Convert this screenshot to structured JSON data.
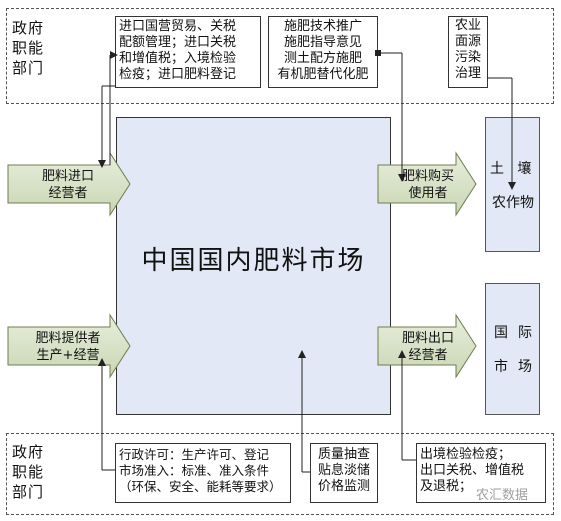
{
  "gov_top": {
    "label": "政府\n职能\n部门",
    "boxes": [
      {
        "id": "import",
        "text": "进口国营贸易、关税\n配额管理；进口关税\n和增值税；入境检验\n检疫；进口肥料登记"
      },
      {
        "id": "tech",
        "text": "施肥技术推广\n施肥指导意见\n测土配方施肥\n有机肥替代化肥"
      },
      {
        "id": "pollution",
        "text": "农业\n面源\n污染\n治理"
      }
    ]
  },
  "gov_bottom": {
    "label": "政府\n职能\n部门",
    "boxes": [
      {
        "id": "admin",
        "text": "行政许可：生产许可、登记\n市场准入：标准、准入条件\n（环保、安全、能耗等要求）"
      },
      {
        "id": "quality",
        "text": "质量抽查\n贴息淡储\n价格监测"
      },
      {
        "id": "export",
        "text": "出境检验检疫；\n出口关税、增值税\n及退税；"
      }
    ]
  },
  "market": {
    "title": "中国国内肥料市场"
  },
  "arrows": [
    {
      "id": "import-dealer",
      "text": "肥料进口\n经营者"
    },
    {
      "id": "supplier",
      "text": "肥料提供者\n生产+经营"
    },
    {
      "id": "buyer",
      "text": "肥料购买\n使用者"
    },
    {
      "id": "exporter",
      "text": "肥料出口\n经营者"
    }
  ],
  "sides": {
    "soil": {
      "line1": "土   壤",
      "line2": "农作物"
    },
    "intl": {
      "chars": [
        "国",
        "际",
        "市",
        "场"
      ]
    }
  },
  "watermark": "农汇数据"
}
